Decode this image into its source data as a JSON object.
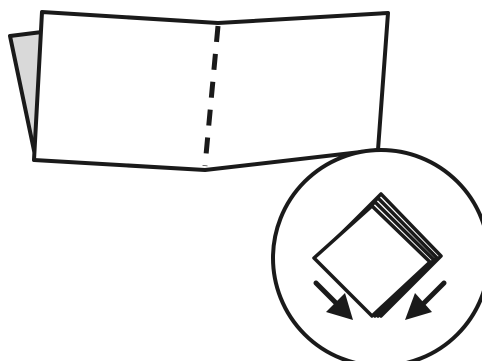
{
  "diagram": {
    "colors": {
      "stroke": "#1a1a1a",
      "paper": "#ffffff",
      "back_sheet": "#d9d9d9",
      "background": "#ffffff"
    },
    "elements": {
      "folded_sheet": "folded-paper-sheet",
      "fold_line": "dashed-fold-line",
      "detail_callout": "magnified-detail-circle",
      "stacked_squares": "stacked-diamond-squares-icon",
      "arrows": [
        "arrow-down-right-icon",
        "arrow-down-left-icon"
      ]
    }
  }
}
